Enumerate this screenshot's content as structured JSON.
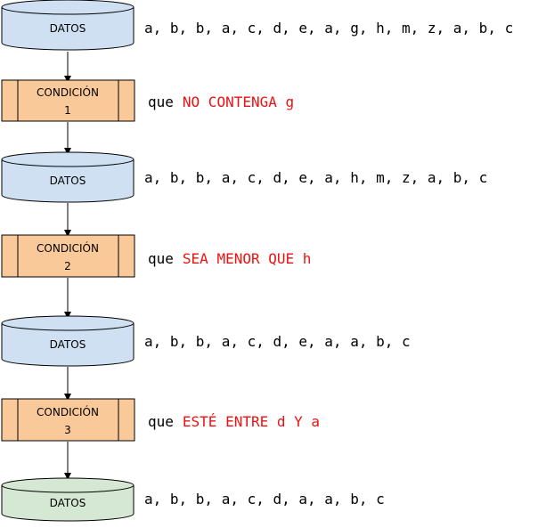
{
  "colors": {
    "datos_fill": "#cfe0f3",
    "final_fill": "#d5e8d4",
    "stroke": "#000000",
    "condition_fill": "#f9c99a",
    "highlight": "#ee1111",
    "text": "#000000"
  },
  "nodes": [
    {
      "kind": "datos",
      "label": "DATOS",
      "values": "a, b, b, a, c, d, e, a, g, h, m, z, a, b, c"
    },
    {
      "kind": "condition",
      "label_line1": "CONDICIÓN",
      "label_line2": "1",
      "prefix": "que",
      "rule": "NO CONTENGA g"
    },
    {
      "kind": "datos",
      "label": "DATOS",
      "values": "a, b, b, a, c, d, e, a, h, m, z, a, b, c"
    },
    {
      "kind": "condition",
      "label_line1": "CONDICIÓN",
      "label_line2": "2",
      "prefix": "que",
      "rule": "SEA MENOR QUE h"
    },
    {
      "kind": "datos",
      "label": "DATOS",
      "values": "a, b, b, a, c, d, e, a, a, b, c"
    },
    {
      "kind": "condition",
      "label_line1": "CONDICIÓN",
      "label_line2": "3",
      "prefix": "que",
      "rule": "ESTÉ ENTRE d Y a"
    },
    {
      "kind": "datos-final",
      "label": "DATOS",
      "values": "a, b, b, a, c, d, a, a, b, c"
    }
  ]
}
